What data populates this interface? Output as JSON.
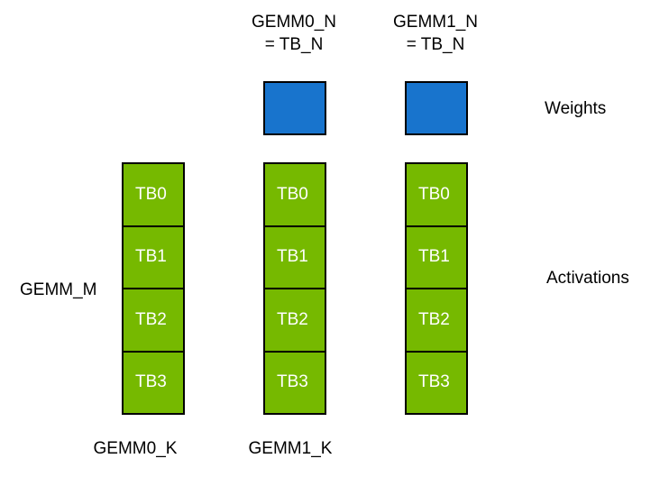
{
  "colors": {
    "activation_green": "#76b900",
    "weight_blue": "#1874cd",
    "border": "#000000",
    "cell_text": "#ffffff",
    "label_text": "#000000"
  },
  "headers": [
    {
      "line1": "GEMM0_N",
      "line2": "= TB_N"
    },
    {
      "line1": "GEMM1_N",
      "line2": "= TB_N"
    }
  ],
  "labels": {
    "weights": "Weights",
    "activations": "Activations",
    "gemm_m": "GEMM_M",
    "gemm0_k": "GEMM0_K",
    "gemm1_k": "GEMM1_K"
  },
  "columns": [
    {
      "cells": [
        "TB0",
        "TB1",
        "TB2",
        "TB3"
      ]
    },
    {
      "cells": [
        "TB0",
        "TB1",
        "TB2",
        "TB3"
      ]
    },
    {
      "cells": [
        "TB0",
        "TB1",
        "TB2",
        "TB3"
      ]
    }
  ],
  "weight_blocks": [
    {
      "name": "gemm0-weights"
    },
    {
      "name": "gemm1-weights"
    }
  ]
}
